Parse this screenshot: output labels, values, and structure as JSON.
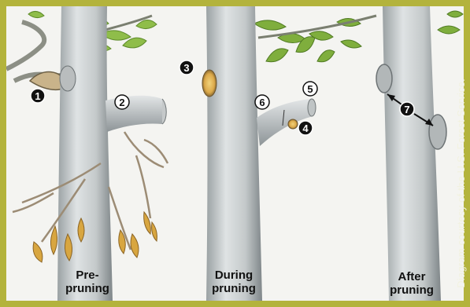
{
  "credit": "Diagram courtesy of the U.S. Forest Service.",
  "stages": [
    {
      "label_line1": "Pre-",
      "label_line2": "pruning"
    },
    {
      "label_line1": "During",
      "label_line2": "pruning"
    },
    {
      "label_line1": "After",
      "label_line2": "pruning"
    }
  ],
  "markers": [
    "1",
    "2",
    "3",
    "4",
    "5",
    "6",
    "7"
  ],
  "colors": {
    "border": "#b3b33c",
    "background": "#f4f4f1",
    "bark": "#cfd3d4",
    "leaf": "#7fae3d",
    "dead_leaf": "#c99a3a",
    "marker_fill": "#111111",
    "cut_wood": "#e6b64a"
  }
}
